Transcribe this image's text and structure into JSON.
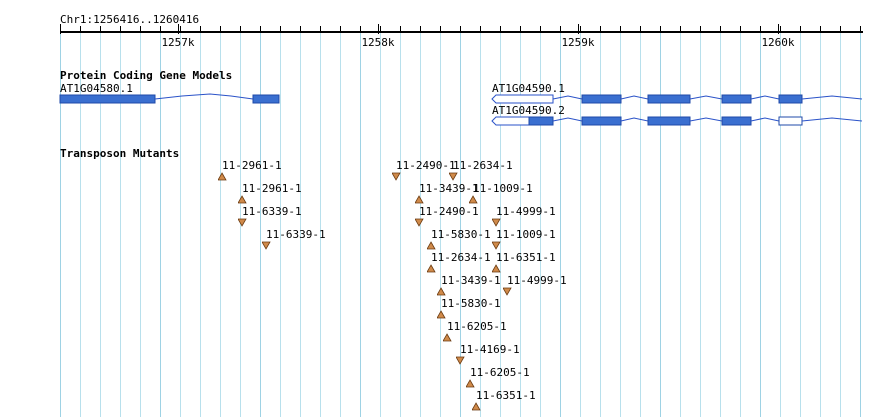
{
  "ruler": {
    "location": "Chr1:1256416..1260416",
    "ticks": [
      "1257k",
      "1258k",
      "1259k",
      "1260k"
    ]
  },
  "tracks": {
    "gene_models": {
      "title": "Protein Coding Gene Models",
      "genes": [
        {
          "id": "gene-at1g04580",
          "label": "AT1G04580.1"
        },
        {
          "id": "gene-at1g04590-1",
          "label": "AT1G04590.1"
        },
        {
          "id": "gene-at1g04590-2",
          "label": "AT1G04590.2"
        }
      ]
    },
    "transposon": {
      "title": "Transposon Mutants",
      "features": [
        {
          "label": "11-2961-1",
          "dir": "up"
        },
        {
          "label": "11-2961-1",
          "dir": "up"
        },
        {
          "label": "11-6339-1",
          "dir": "down"
        },
        {
          "label": "11-6339-1",
          "dir": "down"
        },
        {
          "label": "11-2490-1",
          "dir": "down"
        },
        {
          "label": "11-2634-1",
          "dir": "down"
        },
        {
          "label": "11-3439-1",
          "dir": "up"
        },
        {
          "label": "11-1009-1",
          "dir": "up"
        },
        {
          "label": "11-2490-1",
          "dir": "down"
        },
        {
          "label": "11-4999-1",
          "dir": "down"
        },
        {
          "label": "11-5830-1",
          "dir": "up"
        },
        {
          "label": "11-1009-1",
          "dir": "down"
        },
        {
          "label": "11-2634-1",
          "dir": "up"
        },
        {
          "label": "11-6351-1",
          "dir": "up"
        },
        {
          "label": "11-3439-1",
          "dir": "up"
        },
        {
          "label": "11-4999-1",
          "dir": "down"
        },
        {
          "label": "11-5830-1",
          "dir": "up"
        },
        {
          "label": "11-6205-1",
          "dir": "up"
        },
        {
          "label": "11-4169-1",
          "dir": "down"
        },
        {
          "label": "11-6205-1",
          "dir": "up"
        },
        {
          "label": "11-6351-1",
          "dir": "up"
        }
      ]
    }
  },
  "colors": {
    "grid": "#b8e0ec",
    "exon_fill": "#3a6fd0",
    "exon_stroke": "#1f4aa8",
    "intron": "#2a52c8",
    "utr_fill": "#ffffff",
    "marker_fill": "#d08a4a",
    "marker_stroke": "#6a3a10"
  }
}
